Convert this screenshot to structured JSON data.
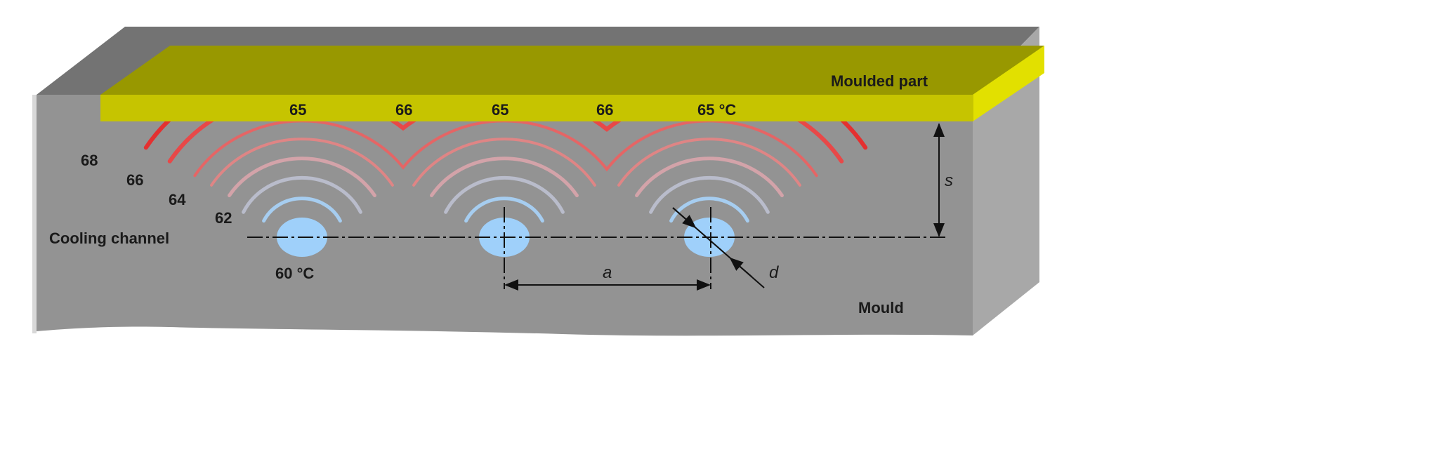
{
  "labels": {
    "moulded_part": "Moulded part",
    "mould": "Mould",
    "cooling_channel": "Cooling channel",
    "channel_temp": "60 °C",
    "dim_s": "s",
    "dim_a": "a",
    "dim_d": "d"
  },
  "surface_temps": [
    "65",
    "66",
    "65",
    "66",
    "65 °C"
  ],
  "isotherm_labels": [
    "68",
    "66",
    "64",
    "62"
  ],
  "colors": {
    "mould_front": "#939393",
    "mould_top": "#737373",
    "mould_side": "#a8a8a8",
    "part_front": "#c6c400",
    "part_top": "#989800",
    "part_side": "#e2e000",
    "channel": "#9fd0fa",
    "isotherms": [
      "#a6cdf0",
      "#b9bccb",
      "#d3a3a9",
      "#df8585",
      "#e56565",
      "#e84848",
      "#e43030"
    ]
  }
}
